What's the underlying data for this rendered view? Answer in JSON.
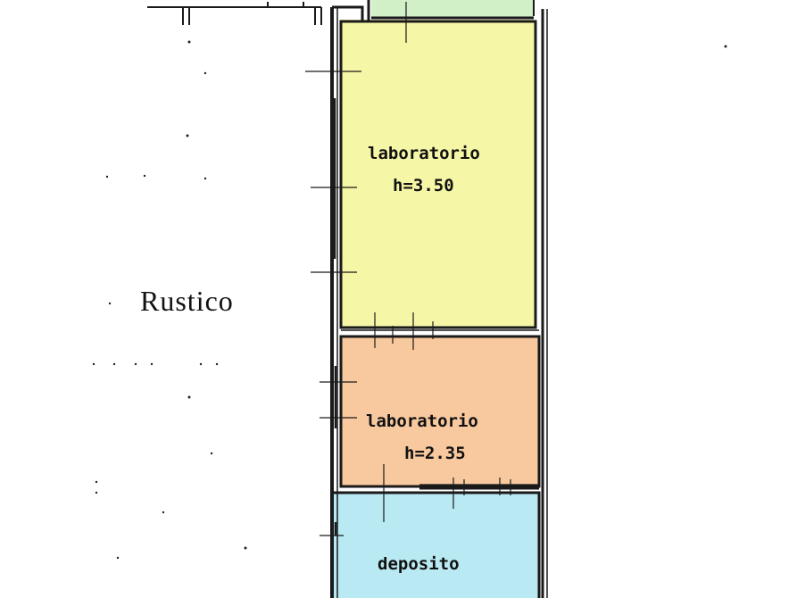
{
  "colors": {
    "room_top": "#d2f0c8",
    "laboratorio_1": "#f6f7a6",
    "laboratorio_2": "#f8c89e",
    "deposito": "#b9e9f2",
    "walls": "#1a1a1a"
  },
  "areas": {
    "rustico": {
      "label": "Rustico"
    },
    "room_top": {
      "label": ""
    }
  },
  "rooms": [
    {
      "id": "laboratorio-1",
      "name": "laboratorio",
      "height": "h=3.50"
    },
    {
      "id": "laboratorio-2",
      "name": "laboratorio",
      "height": "h=2.35"
    },
    {
      "id": "deposito",
      "name": "deposito"
    }
  ]
}
